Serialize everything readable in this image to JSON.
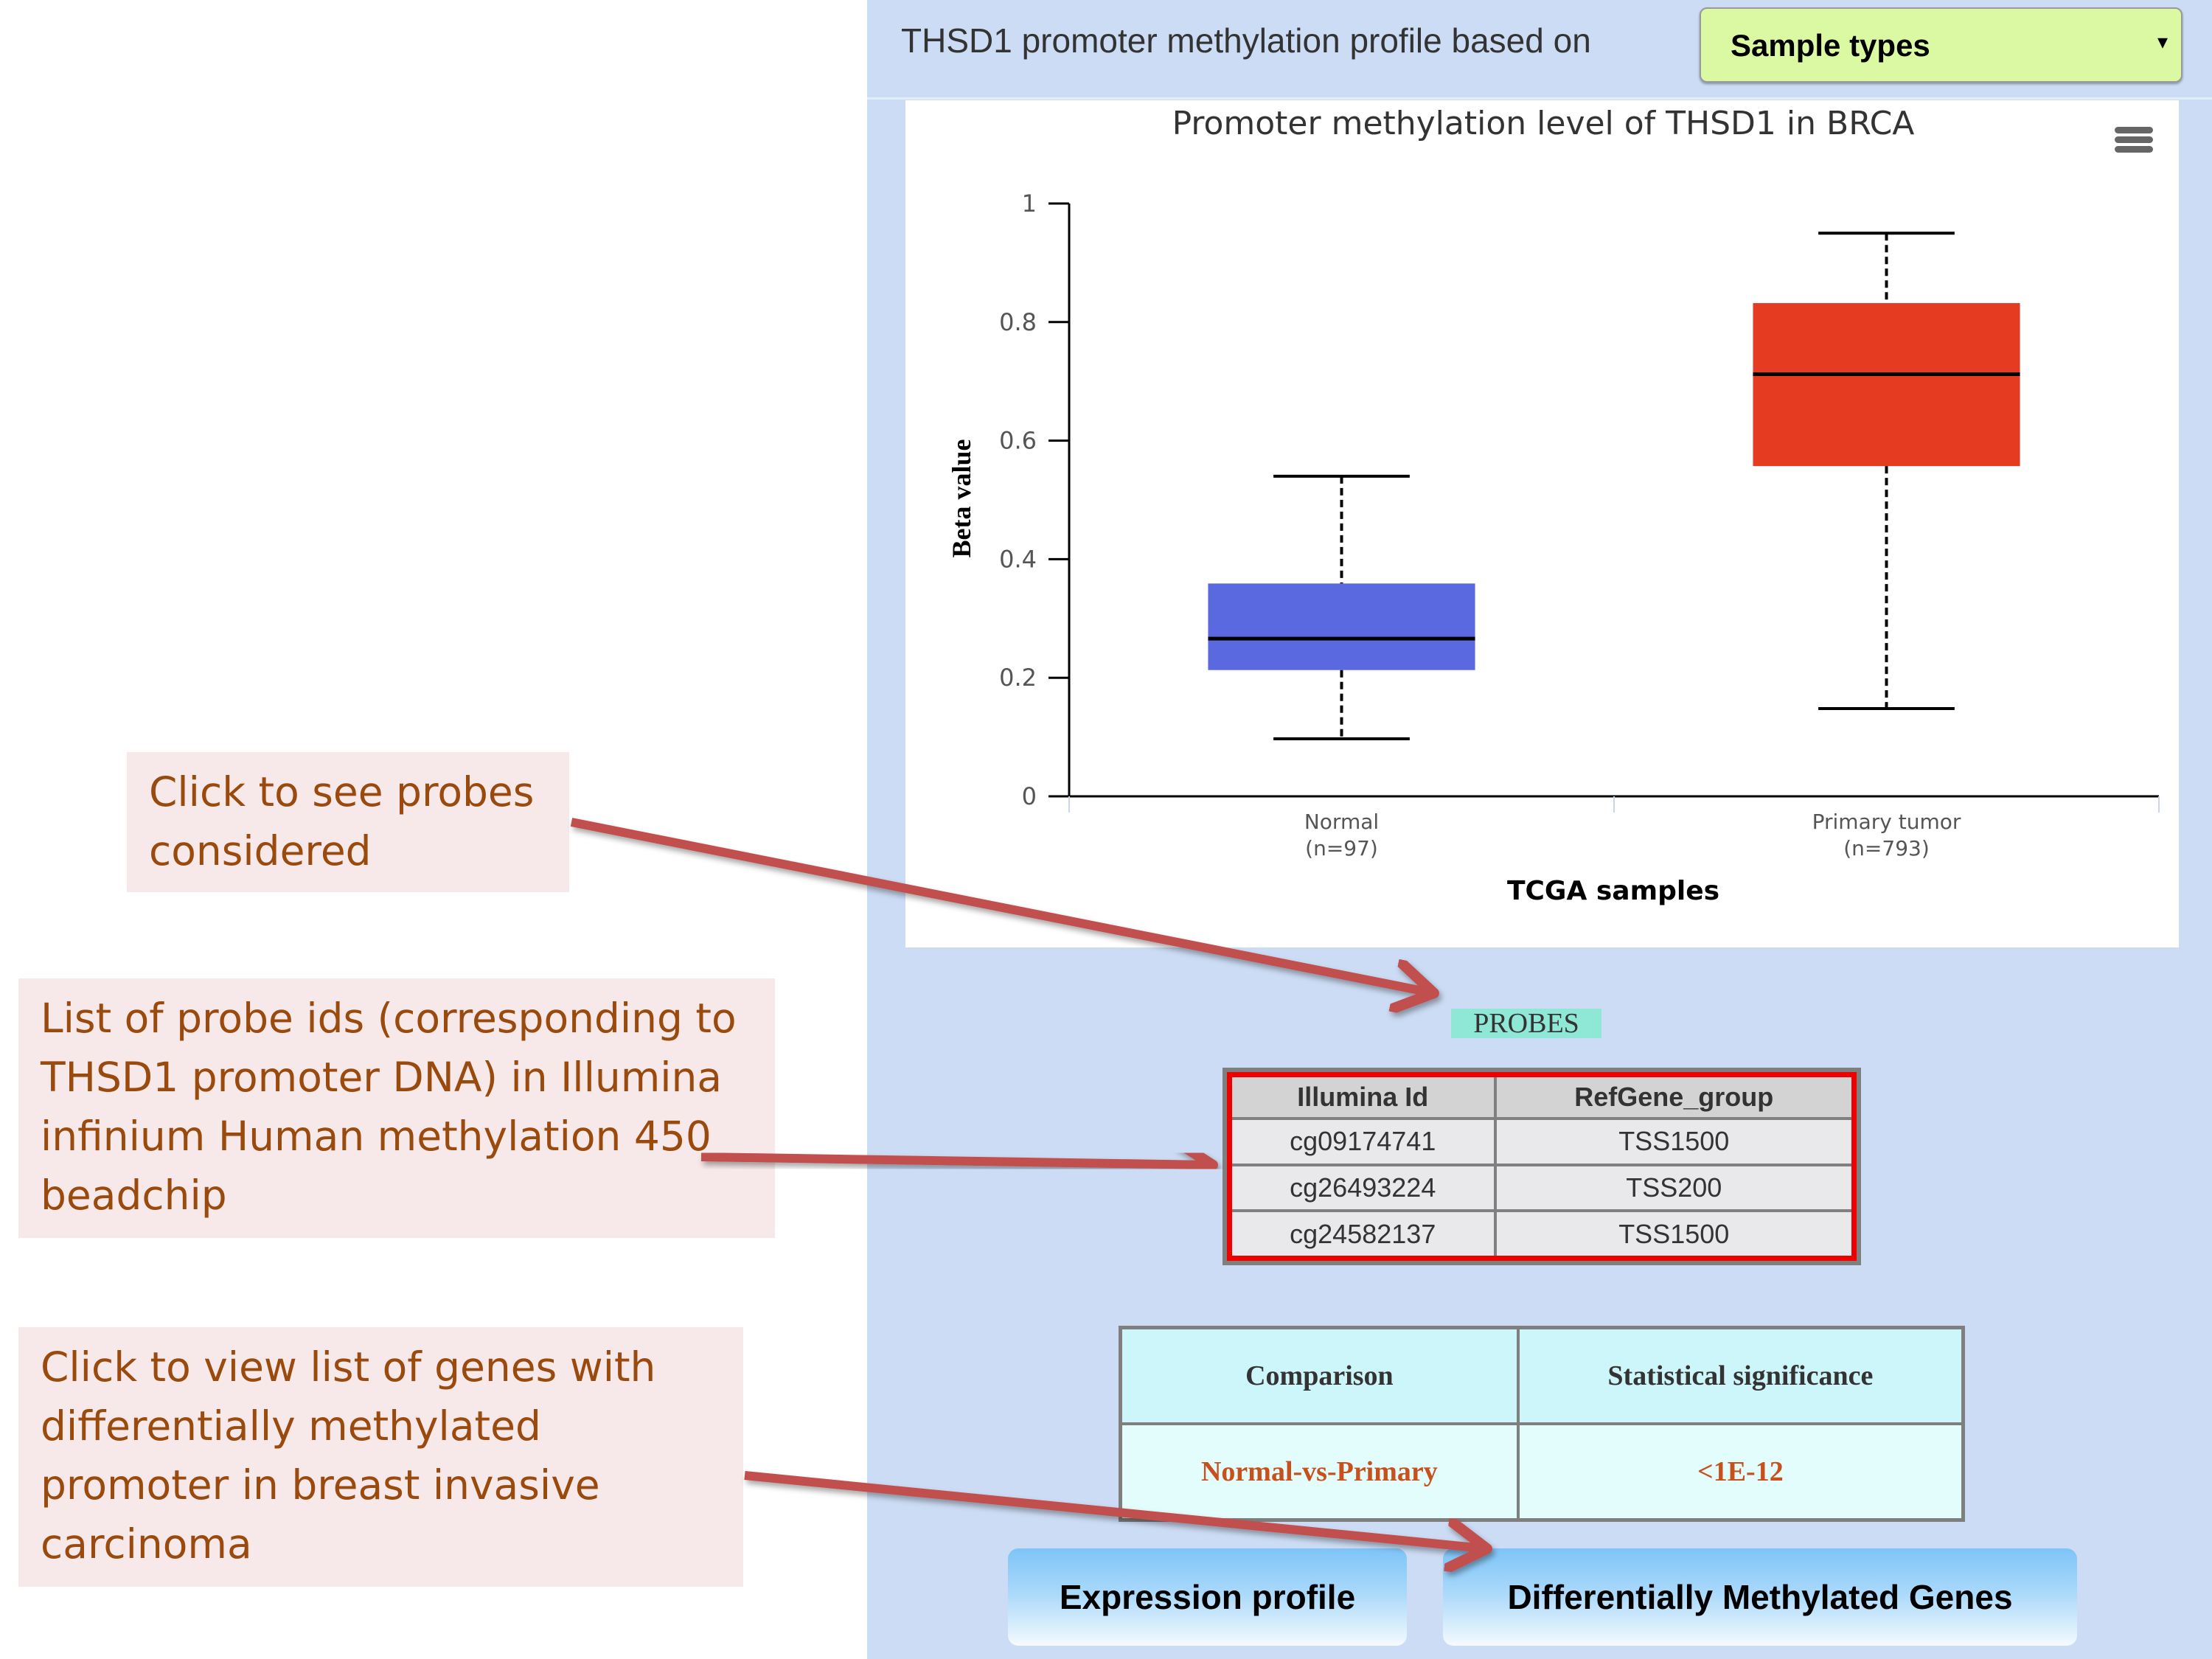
{
  "header": {
    "text": "THSD1 promoter methylation profile based on",
    "dropdown": {
      "selected": "Sample types",
      "caret": "▾"
    }
  },
  "chart_menu_icon": "hamburger-menu-icon",
  "chart_data": {
    "type": "box",
    "title": "Promoter methylation level of THSD1 in BRCA",
    "xlabel": "TCGA samples",
    "ylabel": "Beta value",
    "ylim": [
      0,
      1
    ],
    "yticks": [
      "0",
      "0.2",
      "0.4",
      "0.6",
      "0.8",
      "1"
    ],
    "ytick_values": [
      0,
      0.2,
      0.4,
      0.6,
      0.8,
      1
    ],
    "categories": [
      {
        "label": "Normal",
        "n_label": "(n=97)",
        "color": "#5b69e0",
        "whisker_low": 0.097,
        "q1": 0.213,
        "median": 0.266,
        "q3": 0.359,
        "whisker_high": 0.54
      },
      {
        "label": "Primary tumor",
        "n_label": "(n=793)",
        "color": "#e43b21",
        "whisker_low": 0.148,
        "q1": 0.557,
        "median": 0.712,
        "q3": 0.832,
        "whisker_high": 0.95
      }
    ],
    "grid": false,
    "legend": "none"
  },
  "probes": {
    "button_label": "PROBES",
    "columns": [
      "Illumina Id",
      "RefGene_group"
    ],
    "rows": [
      [
        "cg09174741",
        "TSS1500"
      ],
      [
        "cg26493224",
        "TSS200"
      ],
      [
        "cg24582137",
        "TSS1500"
      ]
    ]
  },
  "stats": {
    "columns": [
      "Comparison",
      "Statistical significance"
    ],
    "rows": [
      [
        "Normal-vs-Primary",
        "<1E-12"
      ]
    ]
  },
  "buttons": {
    "expression": "Expression profile",
    "dmg": "Differentially Methylated Genes"
  },
  "callouts": {
    "probes": [
      "Click to see probes",
      "considered"
    ],
    "probe_list": [
      "List of probe ids (corresponding to",
      "THSD1 promoter DNA) in Illumina",
      "infinium Human methylation 450",
      "beadchip"
    ],
    "dmg": [
      "Click to view list of genes with",
      "differentially methylated",
      "promoter in breast invasive",
      "carcinoma"
    ]
  },
  "colors": {
    "panel_bg": "#ccdcf4",
    "arrow": "#c0504d",
    "callout_bg": "#f7e8e9",
    "callout_text": "#9a4a0c"
  }
}
